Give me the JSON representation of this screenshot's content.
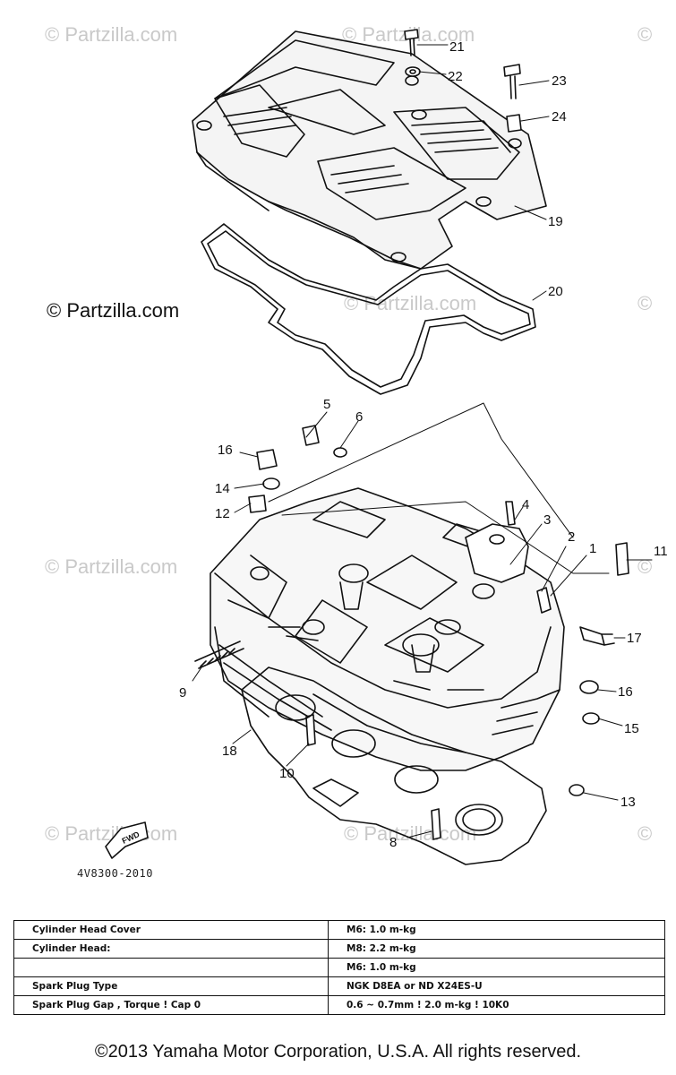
{
  "watermarks": {
    "main": "© Partzilla.com",
    "faint": "© Partzilla.com",
    "faint_partial": "©"
  },
  "drawing_code": "4V8300-2010",
  "callouts": [
    "21",
    "22",
    "23",
    "24",
    "19",
    "20",
    "5",
    "6",
    "16",
    "14",
    "12",
    "4",
    "3",
    "2",
    "1",
    "11",
    "17",
    "9",
    "16",
    "15",
    "18",
    "10",
    "13",
    "8"
  ],
  "fwd_label": "FWD",
  "spec_table": {
    "rows": [
      [
        "Cylinder Head Cover",
        "M6: 1.0 m-kg"
      ],
      [
        "Cylinder Head:",
        "M8: 2.2 m-kg"
      ],
      [
        "",
        "M6: 1.0 m-kg"
      ],
      [
        "Spark Plug Type",
        "NGK D8EA or ND X24ES-U"
      ],
      [
        "Spark Plug Gap , Torque ! Cap 0",
        "0.6 ~ 0.7mm ! 2.0 m-kg ! 10K0"
      ]
    ]
  },
  "footer": "©2013  Yamaha Motor Corporation, U.S.A.  All rights reserved."
}
